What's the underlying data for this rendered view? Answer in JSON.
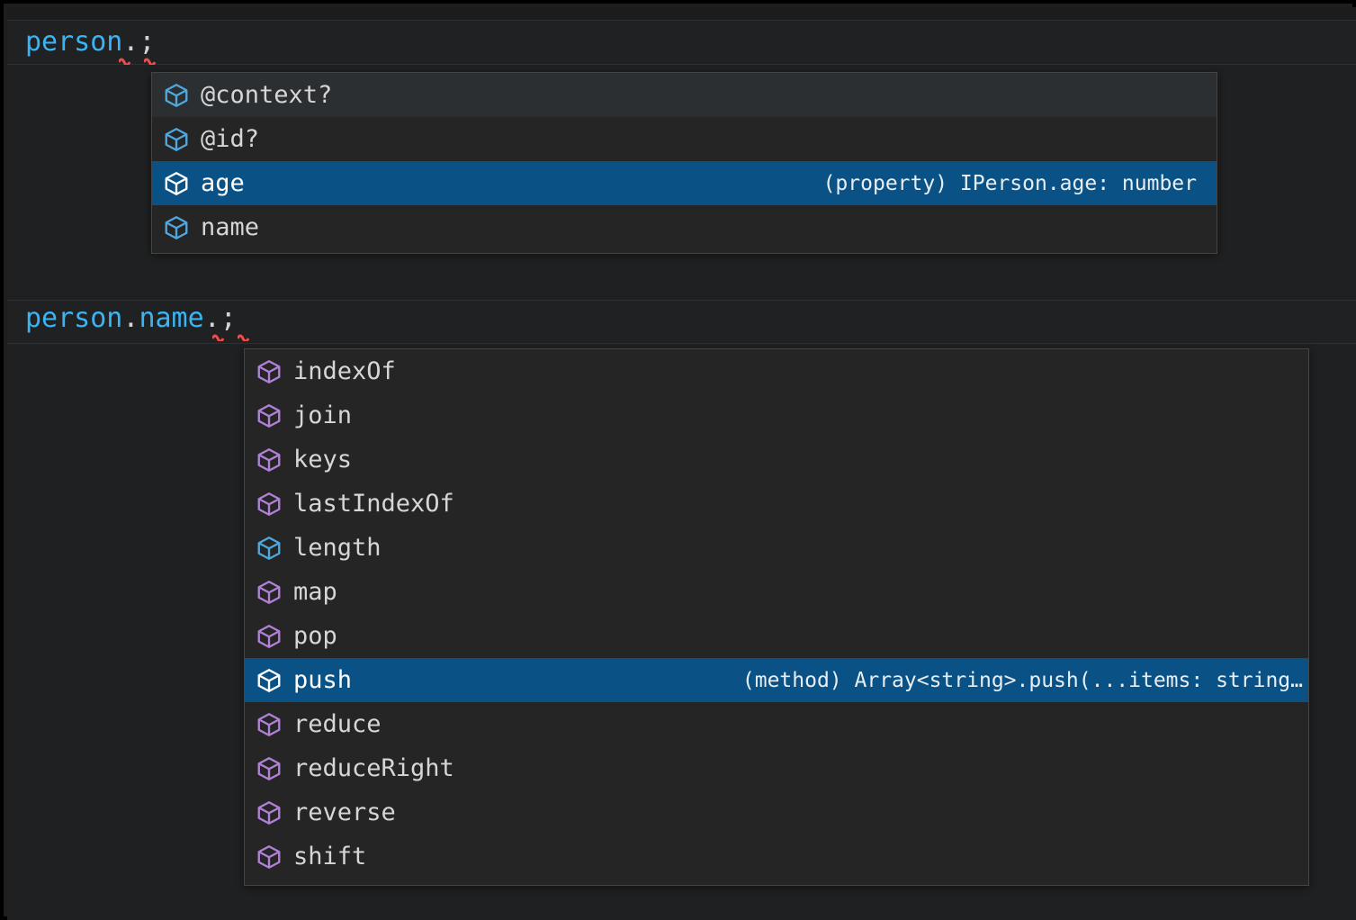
{
  "editor": {
    "theme_background": "#1e1f1f",
    "lines": [
      {
        "id": "line-1",
        "ident": "person",
        "punct": ".;"
      },
      {
        "id": "line-2",
        "ident": "person",
        "punct": ".",
        "ident2": "name",
        "punct2": ".;"
      }
    ],
    "line1_text": "person",
    "line1_punct": ".;",
    "line2_a": "person",
    "line2_dot": ".",
    "line2_b": "name",
    "line2_tail": ".;"
  },
  "colors": {
    "identifier": "#3ab4f2",
    "punctuation": "#d4d4d4",
    "selection": "#0a5286",
    "popup_bg": "#252526",
    "popup_border": "#454545",
    "icon_property": "#4fa8dd",
    "icon_method": "#b180d7",
    "icon_selected": "#ffffff",
    "error_squiggle": "#f14c4c"
  },
  "popup_one": {
    "name": "member-completion-list",
    "items": [
      {
        "label": "@context?",
        "icon": "property-cube-icon",
        "kind": "property",
        "state": "hovered",
        "detail": ""
      },
      {
        "label": "@id?",
        "icon": "property-cube-icon",
        "kind": "property",
        "state": "normal",
        "detail": ""
      },
      {
        "label": "age",
        "icon": "property-cube-icon",
        "kind": "property",
        "state": "selected",
        "detail": "(property) IPerson.age: number"
      },
      {
        "label": "name",
        "icon": "property-cube-icon",
        "kind": "property",
        "state": "normal",
        "detail": ""
      }
    ]
  },
  "popup_two": {
    "name": "array-member-completion-list",
    "items": [
      {
        "label": "indexOf",
        "icon": "method-cube-icon",
        "kind": "method",
        "state": "normal",
        "detail": ""
      },
      {
        "label": "join",
        "icon": "method-cube-icon",
        "kind": "method",
        "state": "normal",
        "detail": ""
      },
      {
        "label": "keys",
        "icon": "method-cube-icon",
        "kind": "method",
        "state": "normal",
        "detail": ""
      },
      {
        "label": "lastIndexOf",
        "icon": "method-cube-icon",
        "kind": "method",
        "state": "normal",
        "detail": ""
      },
      {
        "label": "length",
        "icon": "property-cube-icon",
        "kind": "property",
        "state": "normal",
        "detail": ""
      },
      {
        "label": "map",
        "icon": "method-cube-icon",
        "kind": "method",
        "state": "normal",
        "detail": ""
      },
      {
        "label": "pop",
        "icon": "method-cube-icon",
        "kind": "method",
        "state": "normal",
        "detail": ""
      },
      {
        "label": "push",
        "icon": "method-cube-icon",
        "kind": "method",
        "state": "selected",
        "detail": "(method) Array<string>.push(...items: string…"
      },
      {
        "label": "reduce",
        "icon": "method-cube-icon",
        "kind": "method",
        "state": "normal",
        "detail": ""
      },
      {
        "label": "reduceRight",
        "icon": "method-cube-icon",
        "kind": "method",
        "state": "normal",
        "detail": ""
      },
      {
        "label": "reverse",
        "icon": "method-cube-icon",
        "kind": "method",
        "state": "normal",
        "detail": ""
      },
      {
        "label": "shift",
        "icon": "method-cube-icon",
        "kind": "method",
        "state": "normal",
        "detail": ""
      }
    ]
  }
}
